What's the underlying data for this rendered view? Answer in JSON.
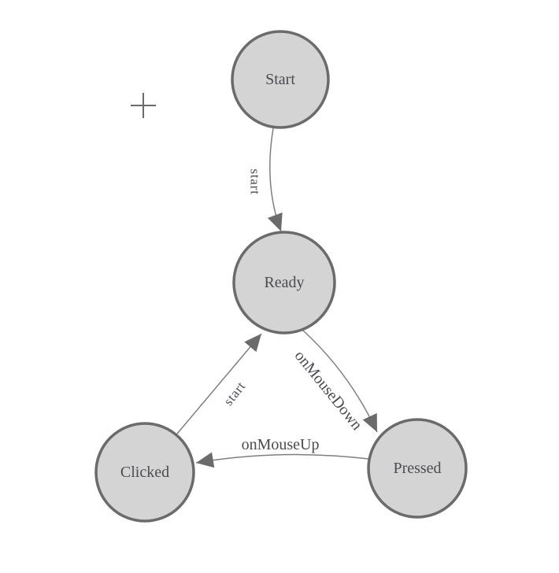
{
  "diagram": {
    "type": "state-machine",
    "nodes": [
      {
        "id": "start",
        "label": "Start"
      },
      {
        "id": "ready",
        "label": "Ready"
      },
      {
        "id": "clicked",
        "label": "Clicked"
      },
      {
        "id": "pressed",
        "label": "Pressed"
      }
    ],
    "edges": [
      {
        "from": "Start",
        "to": "Ready",
        "label": "start"
      },
      {
        "from": "Clicked",
        "to": "Ready",
        "label": "start"
      },
      {
        "from": "Ready",
        "to": "Pressed",
        "label": "onMouseDown"
      },
      {
        "from": "Pressed",
        "to": "Clicked",
        "label": "onMouseUp"
      }
    ],
    "colors": {
      "background": "#ffffff",
      "node_fill": "#d4d4d4",
      "node_stroke": "#6b6b6b",
      "edge_line": "#7f7f7f",
      "arrow_fill": "#6b6b6b",
      "text": "#4b4b51"
    },
    "icons": {
      "crosshair": "plus-crosshair"
    }
  }
}
